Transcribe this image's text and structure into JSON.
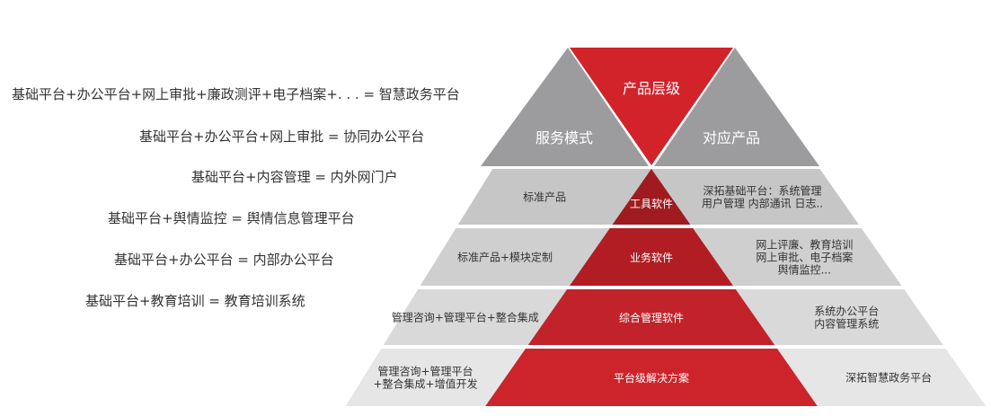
{
  "equations": [
    "基础平台+办公平台+网上审批+廉政测评+电子档案+. . . =  智慧政务平台",
    "基础平台+办公平台+网上审批  =  协同办公平台",
    "基础平台+内容管理  =  内外网门户",
    "基础平台+舆情监控  =  舆情信息管理平台",
    "基础平台+办公平台  =  内部办公平台",
    "基础平台+教育培训  =  教育培训系统"
  ],
  "header": {
    "left": "服务模式",
    "center": "产品层级",
    "right": "对应产品"
  },
  "tiers": [
    {
      "left": [
        "标准产品"
      ],
      "center": "工具软件",
      "right": [
        "深拓基础平台：系统管理",
        "用户管理 内部通讯  日志.."
      ]
    },
    {
      "left": [
        "标准产品+模块定制"
      ],
      "center": "业务软件",
      "right": [
        "网上评廉、教育培训",
        "网上审批、电子档案",
        "舆情监控..."
      ]
    },
    {
      "left": [
        "管理咨询+管理平台+整合集成"
      ],
      "center": "综合管理软件",
      "right": [
        "系统办公平台",
        "内容管理系统"
      ]
    },
    {
      "left": [
        "管理咨询+管理平台",
        "+整合集成+增值开发"
      ],
      "center": "平台级解决方案",
      "right": [
        "深拓智慧政务平台"
      ]
    }
  ],
  "colors": {
    "header_gray": "#9c9c9e",
    "header_red": "#d2232a",
    "tier_gray": [
      "#c6c6c6",
      "#cfcfcf",
      "#d9d9d9",
      "#e6e6e6"
    ],
    "tier_red": [
      "#9f1b20",
      "#b11d23",
      "#c2222a",
      "#cd232a"
    ]
  }
}
